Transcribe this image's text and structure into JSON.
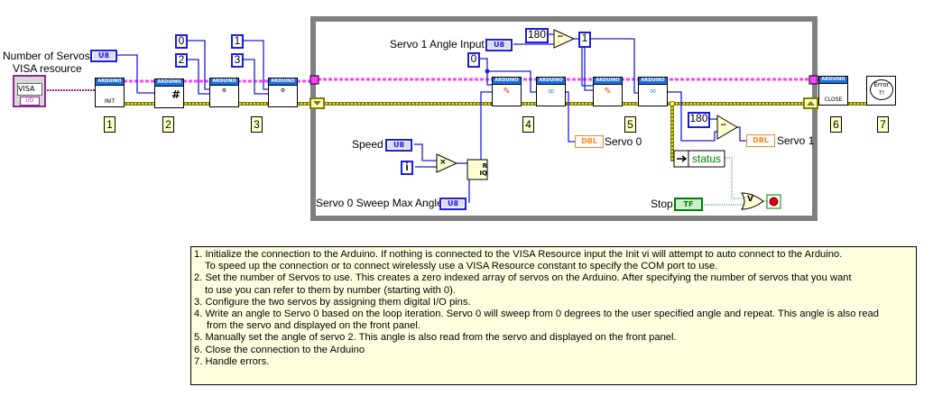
{
  "labels": {
    "number_of_servos": "Number of Servos",
    "visa_resource": "VISA resource",
    "servo1_angle_input": "Servo 1 Angle Input",
    "speed": "Speed",
    "sweep_max": "Servo 0 Sweep Max Angle",
    "servo0": "Servo 0",
    "servo1": "Servo 1",
    "stop": "Stop",
    "status": "status"
  },
  "constants": {
    "visa": "VISA",
    "io": "I/O",
    "u8": "U8",
    "dbl": "DBL",
    "tf": "TF",
    "c0a": "0",
    "c2": "2",
    "c1a": "1",
    "c3": "3",
    "c0b": "0",
    "c180a": "180",
    "c1b": "1",
    "c180b": "180",
    "i": "i"
  },
  "blocks": {
    "header": "ARDUINO",
    "init": "INIT",
    "close": "CLOSE",
    "error": "Error ?!",
    "multiply": "×",
    "subtract": "−",
    "or": "V",
    "quotient": "R IQ"
  },
  "step_labels": [
    "1",
    "2",
    "3",
    "4",
    "5",
    "6",
    "7"
  ],
  "colors": {
    "visa_wire": "#8e2a8e",
    "arduino_wire": "#ff40ff",
    "error_wire": "#7f7f00",
    "numeric_wire": "#1d1de0",
    "bool_wire": "#008000",
    "loop": "#808080",
    "dbl": "#f08a20",
    "comment_bg": "#ffffe0"
  },
  "comment": [
    "1. Initialize the connection to the Arduino.  If nothing is connected to the VISA Resource input the Init vi will attempt to auto connect to the Arduino.",
    "   To speed up the connection or to connect wirelessly use a VISA Resource constant to specify the COM port to use.",
    "2. Set the number of Servos to use.  This creates a zero indexed array of servos on the Arduino.  After specifying the number of servos that you want",
    "   to use you can refer to them by number (starting with 0).",
    "3. Configure the two servos by assigning them digital I/O pins.",
    "4. Write an angle to Servo 0 based on the loop iteration.  Servo 0 will sweep from 0 degrees to the user specified angle and repeat.  This angle is also read",
    "    from the servo and displayed on the front panel.",
    "5. Manually set the angle of servo 2.   This angle is also read from the servo and displayed on the front panel.",
    "6. Close the connection to the Arduino",
    "7. Handle errors."
  ]
}
